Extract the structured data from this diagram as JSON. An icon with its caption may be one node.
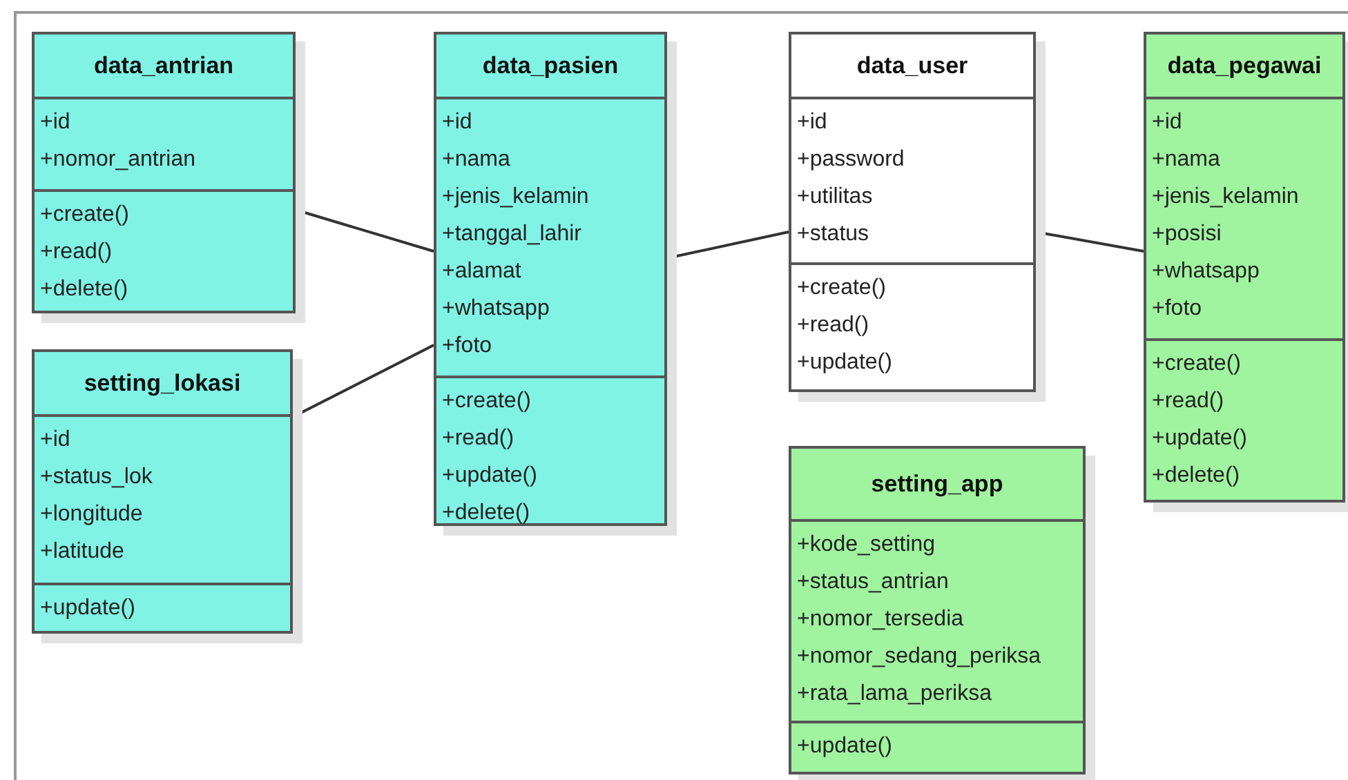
{
  "diagram": {
    "nodes": [
      {
        "text": [
          "data_antrian"
        ]
      },
      {
        "text": [
          "+id",
          "+nomor_antrian"
        ],
        "in": 0
      },
      {
        "text": [
          "+create()",
          "+read()",
          "+delete()"
        ],
        "in": 0
      },
      {
        "text": [
          "data_pasien"
        ]
      },
      {
        "text": [
          "+id",
          "+nama",
          "+jenis_kelamin",
          "+tanggal_lahir",
          "+alamat",
          "+whatsapp",
          "+foto"
        ],
        "in": 3
      },
      {
        "text": [
          "+create()",
          "+read()",
          "+update()",
          "+delete()"
        ],
        "in": 3
      },
      {
        "text": [
          "data_user"
        ]
      },
      {
        "text": [
          "+id",
          "+password",
          "+utilitas",
          "+status"
        ],
        "in": 6
      },
      {
        "text": [
          "+create()",
          "+read()",
          "+update()"
        ],
        "in": 6
      },
      {
        "text": [
          "data_pegawai"
        ]
      },
      {
        "text": [
          "+id",
          "+nama",
          "+jenis_kelamin",
          "+posisi",
          "+whatsapp",
          "+foto"
        ],
        "in": 9
      },
      {
        "text": [
          "+create()",
          "+read()",
          "+update()",
          "+delete()"
        ],
        "in": 9
      },
      {
        "text": [
          "setting_lokasi"
        ]
      },
      {
        "text": [
          "+id",
          "+status_lok",
          "+longitude",
          "+latitude"
        ],
        "in": 12
      },
      {
        "text": [
          "+update()"
        ],
        "in": 12
      },
      {
        "text": [
          "setting_app"
        ]
      },
      {
        "text": [
          "+kode_setting",
          "+status_antrian",
          "+nomor_tersedia",
          "+nomor_sedang_periksa",
          "+rata_lama_periksa"
        ],
        "in": 15
      },
      {
        "text": [
          "+update()"
        ],
        "in": 15
      }
    ],
    "edges": [
      {
        "from": 0,
        "to": 3,
        "arrow": "none"
      },
      {
        "from": 12,
        "to": 3,
        "arrow": "none"
      },
      {
        "from": 3,
        "to": 6,
        "arrow": "none"
      },
      {
        "from": 6,
        "to": 9,
        "arrow": "none"
      }
    ]
  }
}
